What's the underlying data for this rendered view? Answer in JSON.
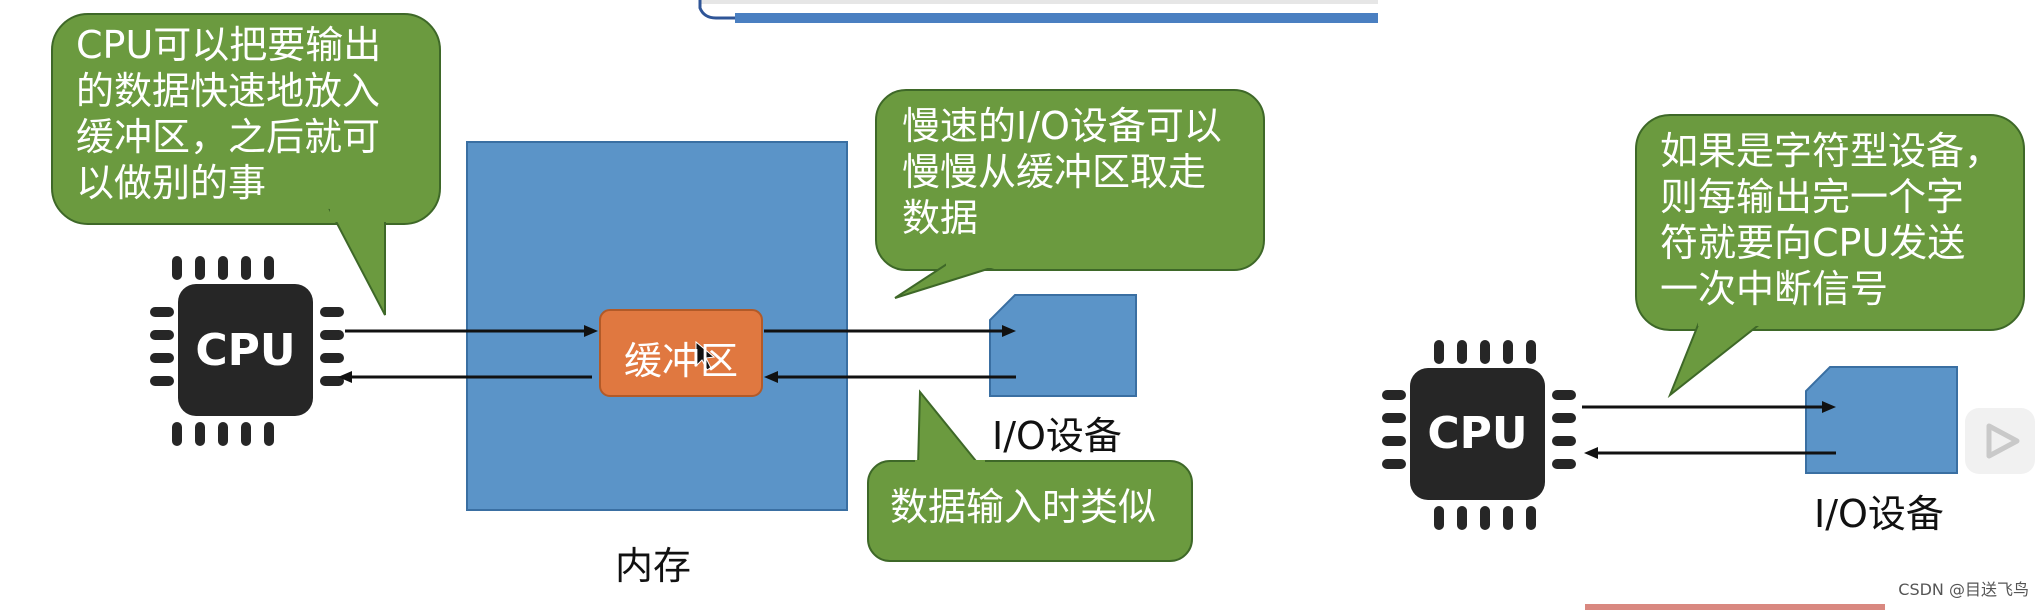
{
  "left_scene": {
    "cpu_label": "CPU",
    "buffer_label": "缓冲区",
    "memory_label": "内存",
    "io_label": "I/O设备",
    "callout_cpu": "CPU可以把要输出\n的数据快速地放入\n缓冲区，之后就可\n以做别的事",
    "callout_io": "慢速的I/O设备可以\n慢慢从缓冲区取走\n数据",
    "callout_input": "数据输入时类似"
  },
  "right_scene": {
    "cpu_label": "CPU",
    "io_label": "I/O设备",
    "callout": "如果是字符型设备，\n则每输出完一个字\n符就要向CPU发送\n一次中断信号"
  },
  "watermark": "CSDN @目送飞鸟",
  "colors": {
    "callout_green": "#6b9a3f",
    "memory_blue": "#5b94c8",
    "buffer_orange": "#e07840",
    "cpu_dark": "#262626"
  },
  "icons": [
    "cpu-chip-icon",
    "play-icon"
  ]
}
